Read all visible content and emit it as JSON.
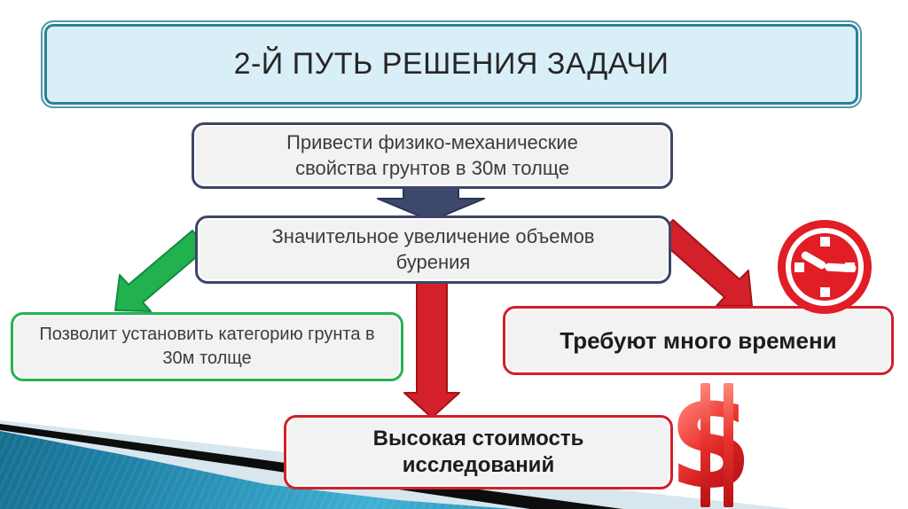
{
  "slide": {
    "title": "2-Й ПУТЬ РЕШЕНИЯ ЗАДАЧИ",
    "nodes": {
      "premise": {
        "label": "Привести физико-механические свойства грунтов в 30м толще"
      },
      "consequence": {
        "label": "Значительное увеличение объемов бурения"
      },
      "benefit": {
        "label": "Позволит установить категорию грунта в 30м толще"
      },
      "drawback_time": {
        "label": "Требуют много времени"
      },
      "drawback_cost": {
        "label": "Высокая стоимость исследований"
      }
    },
    "icons": {
      "clock": "clock-icon",
      "dollar_glyph": "S"
    },
    "colors": {
      "title_fill": "#d9eff7",
      "title_border": "#2e7f95",
      "neutral_fill": "#f2f2f2",
      "navy": "#3d4668",
      "green": "#21b14e",
      "red": "#d3202a",
      "clock_red": "#e11d26",
      "deco_teal": "#1e81a6",
      "deco_black": "#0d0d0d",
      "deco_pale": "#d8e6ee"
    }
  }
}
